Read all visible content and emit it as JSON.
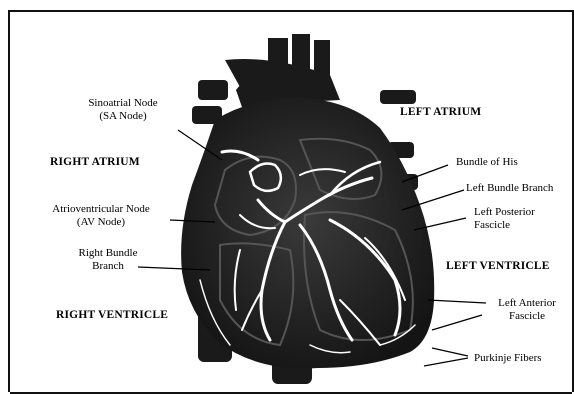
{
  "labels": {
    "sa_node_1": "Sinoatrial Node",
    "sa_node_2": "(SA Node)",
    "left_atrium": "LEFT ATRIUM",
    "right_atrium": "RIGHT ATRIUM",
    "bundle_of_his": "Bundle of His",
    "left_bundle_branch": "Left Bundle Branch",
    "av_node_1": "Atrioventricular Node",
    "av_node_2": "(AV Node)",
    "left_posterior_1": "Left Posterior",
    "left_posterior_2": "Fascicle",
    "right_bundle_1": "Right Bundle",
    "right_bundle_2": "Branch",
    "left_ventricle": "LEFT VENTRICLE",
    "left_anterior_1": "Left Anterior",
    "left_anterior_2": "Fascicle",
    "right_ventricle": "RIGHT VENTRICLE",
    "purkinje": "Purkinje Fibers"
  },
  "colors": {
    "heart": "#262626",
    "vessel": "#1a1a1a",
    "fiber": "#ffffff",
    "line": "#000000"
  }
}
